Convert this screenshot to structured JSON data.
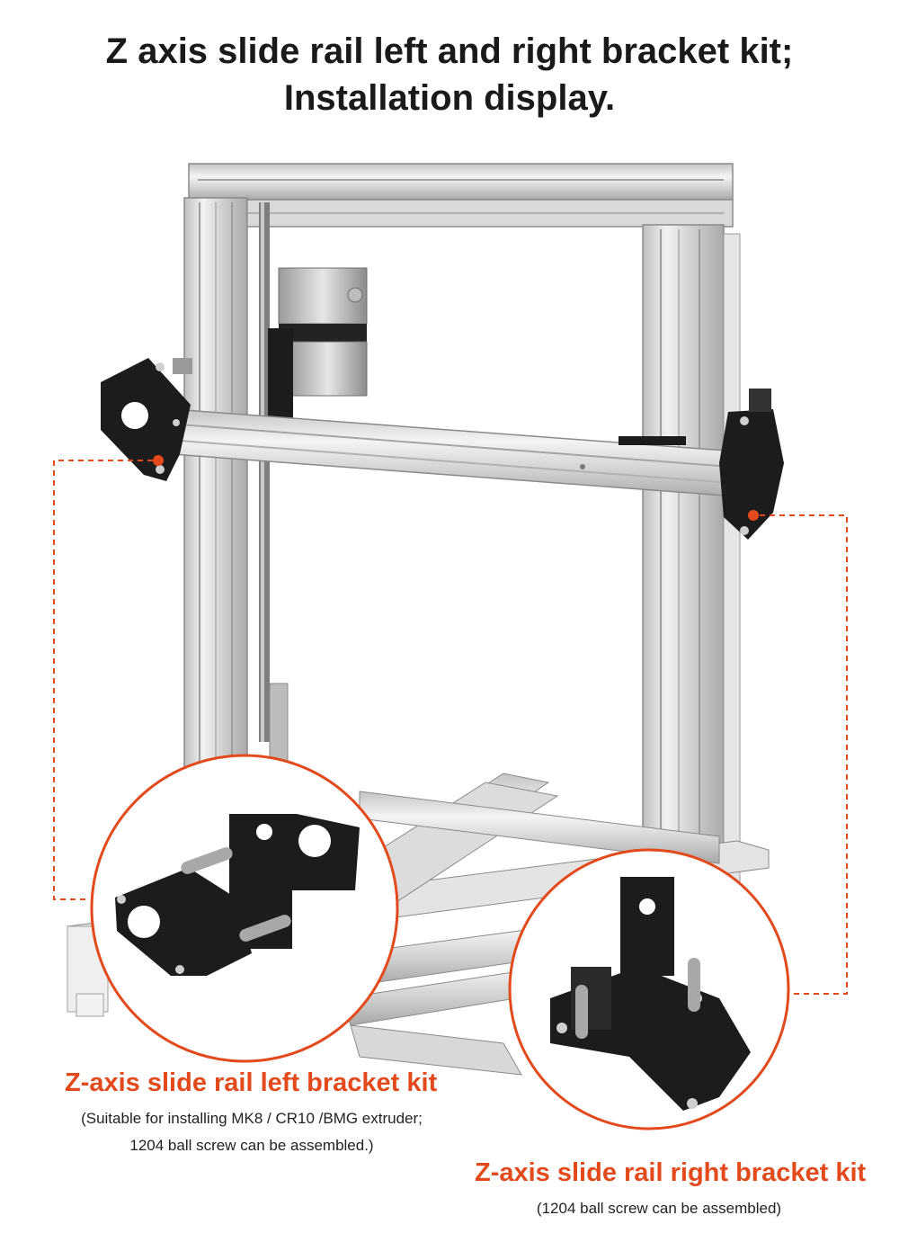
{
  "header": {
    "title_line1": "Z axis slide rail left and right bracket kit;",
    "title_line2": "Installation display."
  },
  "left_kit": {
    "title": "Z-axis slide rail left bracket kit",
    "note_line1": "(Suitable for installing MK8 / CR10 /BMG extruder;",
    "note_line2": "1204 ball screw can be assembled.)"
  },
  "right_kit": {
    "title": "Z-axis slide rail right bracket kit",
    "note": "(1204 ball screw can be assembled)"
  },
  "colors": {
    "accent": "#e24a1c",
    "aluminum": "#d8d8d8",
    "bracket": "#1c1c1c"
  }
}
